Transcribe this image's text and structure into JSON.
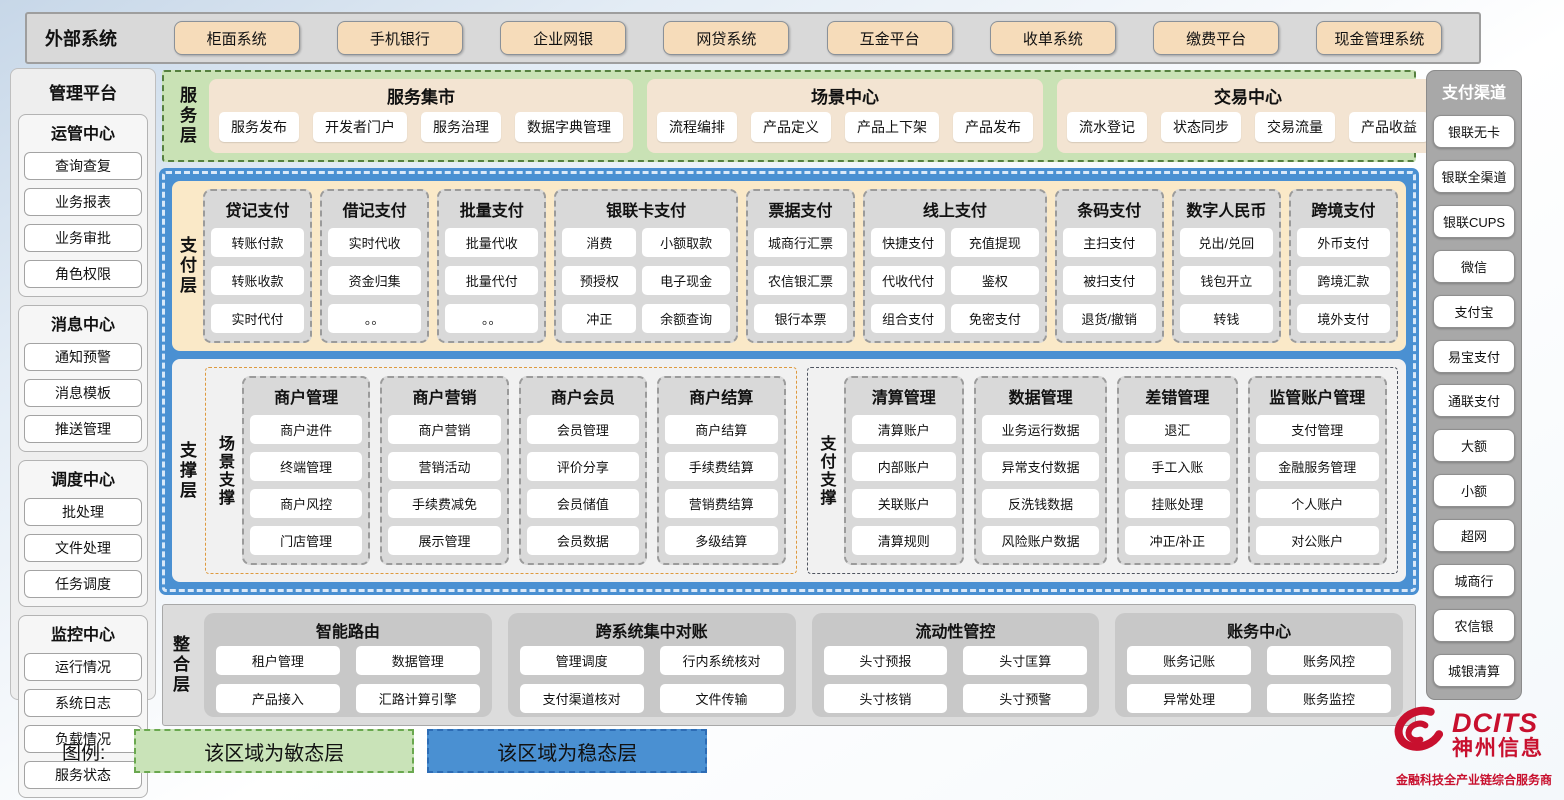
{
  "external_systems": {
    "label": "外部系统",
    "items": [
      "柜面系统",
      "手机银行",
      "企业网银",
      "网贷系统",
      "互金平台",
      "收单系统",
      "缴费平台",
      "现金管理系统"
    ]
  },
  "management_platform": {
    "title": "管理平台",
    "groups": [
      {
        "title": "运管中心",
        "items": [
          "查询查复",
          "业务报表",
          "业务审批",
          "角色权限"
        ]
      },
      {
        "title": "消息中心",
        "items": [
          "通知预警",
          "消息模板",
          "推送管理"
        ]
      },
      {
        "title": "调度中心",
        "items": [
          "批处理",
          "文件处理",
          "任务调度"
        ]
      },
      {
        "title": "监控中心",
        "items": [
          "运行情况",
          "系统日志",
          "负载情况",
          "服务状态"
        ]
      }
    ]
  },
  "service_layer": {
    "label": "服务层",
    "groups": [
      {
        "title": "服务集市",
        "items": [
          "服务发布",
          "开发者门户",
          "服务治理",
          "数据字典管理"
        ]
      },
      {
        "title": "场景中心",
        "items": [
          "流程编排",
          "产品定义",
          "产品上下架",
          "产品发布"
        ]
      },
      {
        "title": "交易中心",
        "items": [
          "流水登记",
          "状态同步",
          "交易流量",
          "产品收益"
        ]
      }
    ]
  },
  "payment_layer": {
    "label": "支付层",
    "columns": [
      {
        "title": "贷记支付",
        "items": [
          "转账付款",
          "转账收款",
          "实时代付"
        ]
      },
      {
        "title": "借记支付",
        "items": [
          "实时代收",
          "资金归集",
          "。。"
        ]
      },
      {
        "title": "批量支付",
        "items": [
          "批量代收",
          "批量代付",
          "。。"
        ]
      },
      {
        "title": "银联卡支付",
        "items": [
          "消费",
          "小额取款",
          "预授权",
          "电子现金",
          "冲正",
          "余额查询"
        ]
      },
      {
        "title": "票据支付",
        "items": [
          "城商行汇票",
          "农信银汇票",
          "银行本票"
        ]
      },
      {
        "title": "线上支付",
        "items": [
          "快捷支付",
          "充值提现",
          "代收代付",
          "鉴权",
          "组合支付",
          "免密支付"
        ]
      },
      {
        "title": "条码支付",
        "items": [
          "主扫支付",
          "被扫支付",
          "退货/撤销"
        ]
      },
      {
        "title": "数字人民币",
        "items": [
          "兑出/兑回",
          "钱包开立",
          "转钱"
        ]
      },
      {
        "title": "跨境支付",
        "items": [
          "外币支付",
          "跨境汇款",
          "境外支付"
        ]
      }
    ]
  },
  "support_layer": {
    "label": "支撑层",
    "scene": {
      "label": "场景支撑",
      "columns": [
        {
          "title": "商户管理",
          "items": [
            "商户进件",
            "终端管理",
            "商户风控",
            "门店管理"
          ]
        },
        {
          "title": "商户营销",
          "items": [
            "商户营销",
            "营销活动",
            "手续费减免",
            "展示管理"
          ]
        },
        {
          "title": "商户会员",
          "items": [
            "会员管理",
            "评价分享",
            "会员储值",
            "会员数据"
          ]
        },
        {
          "title": "商户结算",
          "items": [
            "商户结算",
            "手续费结算",
            "营销费结算",
            "多级结算"
          ]
        }
      ]
    },
    "pay": {
      "label": "支付支撑",
      "columns": [
        {
          "title": "清算管理",
          "items": [
            "清算账户",
            "内部账户",
            "关联账户",
            "清算规则"
          ]
        },
        {
          "title": "数据管理",
          "items": [
            "业务运行数据",
            "异常支付数据",
            "反洗钱数据",
            "风险账户数据"
          ]
        },
        {
          "title": "差错管理",
          "items": [
            "退汇",
            "手工入账",
            "挂账处理",
            "冲正/补正"
          ]
        },
        {
          "title": "监管账户管理",
          "items": [
            "支付管理",
            "金融服务管理",
            "个人账户",
            "对公账户"
          ]
        }
      ]
    }
  },
  "integration_layer": {
    "label": "整合层",
    "groups": [
      {
        "title": "智能路由",
        "items": [
          "租户管理",
          "数据管理",
          "产品接入",
          "汇路计算引擎"
        ]
      },
      {
        "title": "跨系统集中对账",
        "items": [
          "管理调度",
          "行内系统核对",
          "支付渠道核对",
          "文件传输"
        ]
      },
      {
        "title": "流动性管控",
        "items": [
          "头寸预报",
          "头寸匡算",
          "头寸核销",
          "头寸预警"
        ]
      },
      {
        "title": "账务中心",
        "items": [
          "账务记账",
          "账务风控",
          "异常处理",
          "账务监控"
        ]
      }
    ]
  },
  "payment_channels": {
    "title": "支付渠道",
    "items": [
      "银联无卡",
      "银联全渠道",
      "银联CUPS",
      "微信",
      "支付宝",
      "易宝支付",
      "通联支付",
      "大额",
      "小额",
      "超网",
      "城商行",
      "农信银",
      "城银清算"
    ]
  },
  "legend": {
    "label": "图例:",
    "agile": "该区域为敏态层",
    "stable": "该区域为稳态层"
  },
  "logo": {
    "brand": "DCITS",
    "name": "神州信息",
    "tagline": "金融科技全产业链综合服务商"
  },
  "colors": {
    "agile_green": "#c9e3b8",
    "stable_blue": "#4a90d2",
    "tan_button": "#f6dcba",
    "cream_band": "#fae9c8",
    "column_gray": "#d9d9d9",
    "channel_gray": "#a8a8a8",
    "brand_red": "#c8102e"
  }
}
